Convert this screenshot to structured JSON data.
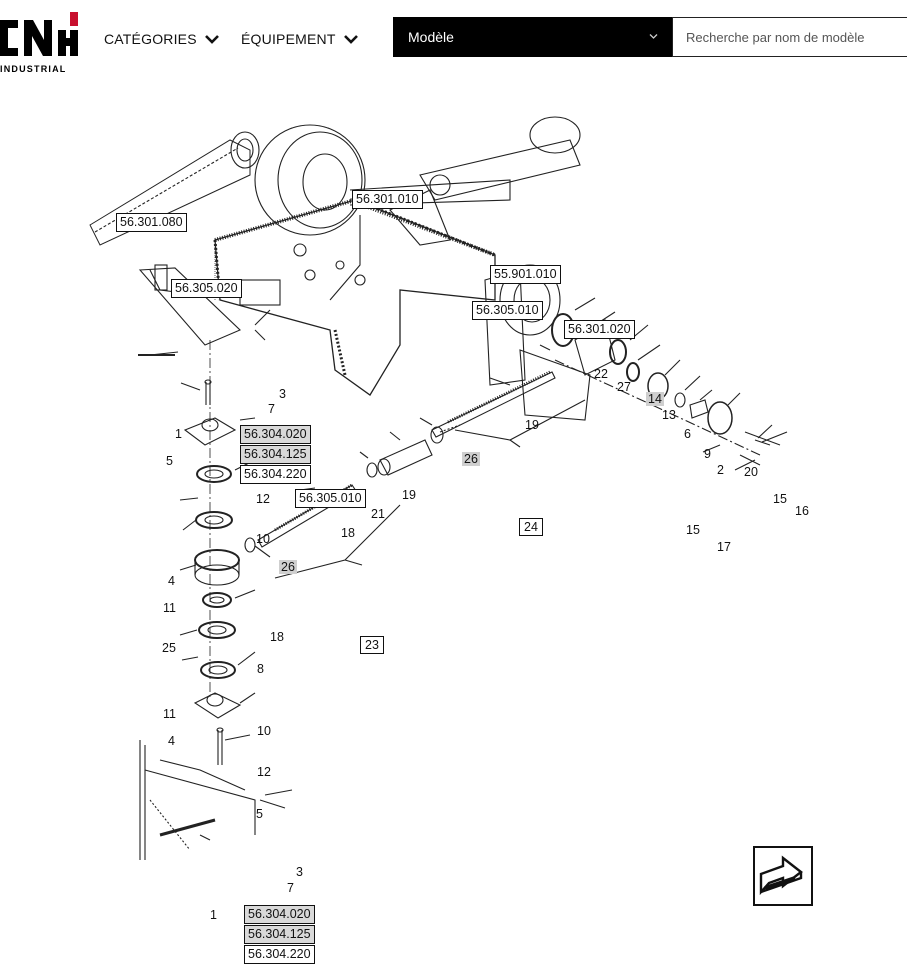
{
  "header": {
    "logo_text": "CNH",
    "logo_subtext": "INDUSTRIAL",
    "nav": [
      {
        "label": "CATÉGORIES"
      },
      {
        "label": "ÉQUIPEMENT"
      }
    ],
    "model_select": {
      "value": "Modèle"
    },
    "search": {
      "placeholder": "Recherche par nom de modèle"
    }
  },
  "diagram": {
    "refs": [
      {
        "label": "56.301.010",
        "shaded": false
      },
      {
        "label": "56.301.080",
        "shaded": false
      },
      {
        "label": "56.305.020",
        "shaded": false
      },
      {
        "label": "55.901.010",
        "shaded": false
      },
      {
        "label": "56.305.010",
        "shaded": false
      },
      {
        "label": "56.301.020",
        "shaded": false
      },
      {
        "label": "56.304.020",
        "shaded": true
      },
      {
        "label": "56.304.125",
        "shaded": true
      },
      {
        "label": "56.304.220",
        "shaded": false
      },
      {
        "label": "56.305.010",
        "shaded": false
      },
      {
        "label": "56.304.020",
        "shaded": true
      },
      {
        "label": "56.304.125",
        "shaded": true
      },
      {
        "label": "56.304.220",
        "shaded": false
      }
    ],
    "numbers": {
      "n22": "22",
      "n27": "27",
      "n14": "14",
      "n13": "13",
      "n19a": "19",
      "n6": "6",
      "n9": "9",
      "n2": "2",
      "n20": "20",
      "n15a": "15",
      "n16": "16",
      "n15b": "15",
      "n17": "17",
      "n26a": "26",
      "n24": "24",
      "n19b": "19",
      "n21": "21",
      "n18a": "18",
      "n1a": "1",
      "n3a": "3",
      "n7a": "7",
      "n5a": "5",
      "n12a": "12",
      "n10a": "10",
      "n4a": "4",
      "n26b": "26",
      "n11a": "11",
      "n18b": "18",
      "n25": "25",
      "n23": "23",
      "n8": "8",
      "n11b": "11",
      "n4b": "4",
      "n10b": "10",
      "n12b": "12",
      "n5b": "5",
      "n3b": "3",
      "n7b": "7",
      "n1b": "1"
    }
  },
  "colors": {
    "select_bg": "#000000",
    "logo_red": "#c8102e",
    "shade": "#d9d9d9"
  }
}
